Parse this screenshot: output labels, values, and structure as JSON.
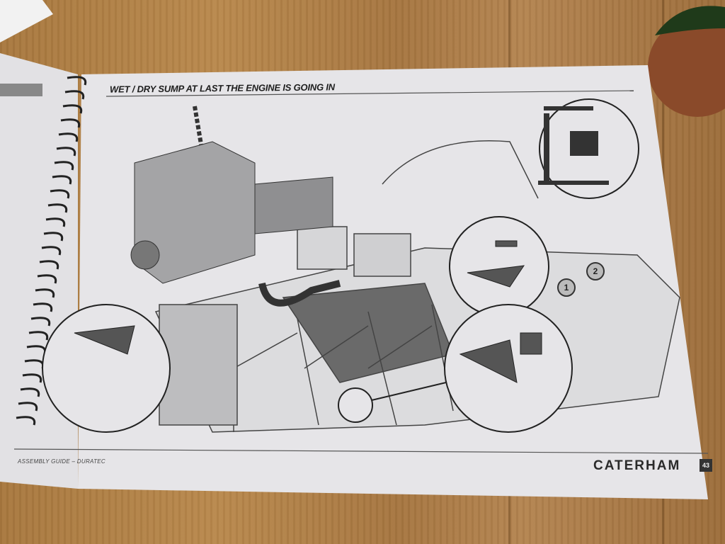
{
  "page": {
    "title": "WET / DRY SUMP AT LAST THE ENGINE IS GOING IN",
    "footer_left": "ASSEMBLY GUIDE – DURATEC",
    "brand": "CATERHAM",
    "page_number": "43"
  },
  "callouts": [
    "1",
    "2"
  ],
  "colors": {
    "wood": "#a8783e",
    "paper": "#e6e5e8",
    "ink": "#2a2a2a"
  }
}
